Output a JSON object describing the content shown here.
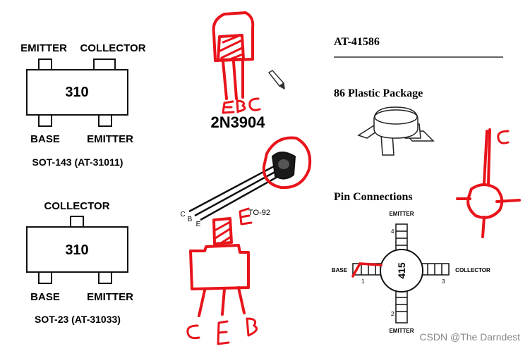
{
  "sot143": {
    "pin_top_left": "EMITTER",
    "pin_top_right": "COLLECTOR",
    "marking": "310",
    "pin_bottom_left": "BASE",
    "pin_bottom_right": "EMITTER",
    "caption": "SOT-143 (AT-31011)"
  },
  "sot23": {
    "pin_top": "COLLECTOR",
    "marking": "310",
    "pin_bottom_left": "BASE",
    "pin_bottom_right": "EMITTER",
    "caption": "SOT-23 (AT-31033)"
  },
  "to92": {
    "part_number": "2N3904",
    "handwritten_pins_top": "EBC",
    "package_label": "TO-92",
    "lead_c": "C",
    "lead_b": "B",
    "lead_e": "E",
    "handwritten_e": "E",
    "handwritten_pins_bottom": [
      "C",
      "E",
      "B"
    ]
  },
  "at41586": {
    "part_number": "AT-41586",
    "package_title": "86 Plastic Package",
    "pin_title": "Pin Connections",
    "marking": "415",
    "pin_emitter_top": "EMITTER",
    "pin_emitter_bottom": "EMITTER",
    "pin_base": "BASE",
    "pin_collector": "COLLECTOR",
    "pin_num_1": "1",
    "pin_num_2": "2",
    "pin_num_3": "3",
    "pin_num_4": "4",
    "handwritten_c": "C"
  },
  "watermark": "CSDN @The Darndest",
  "colors": {
    "ink": "#111111",
    "annotation_red": "#e8141b"
  }
}
